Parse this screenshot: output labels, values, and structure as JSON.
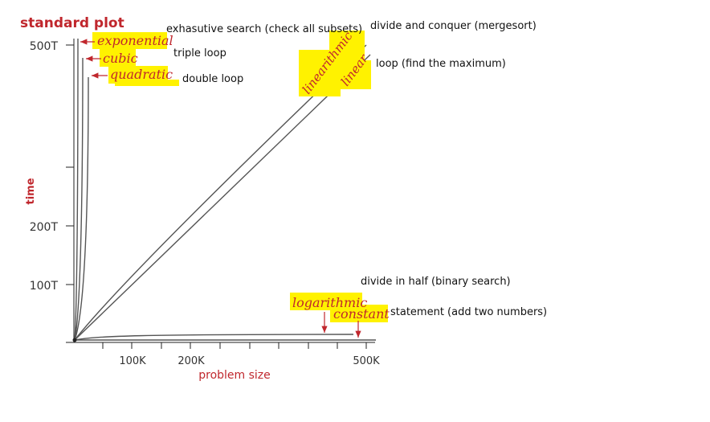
{
  "chart_data": {
    "type": "line",
    "title": "standard plot",
    "xlabel": "problem size",
    "ylabel": "time",
    "x_ticks": [
      "100K",
      "200K",
      "500K"
    ],
    "y_ticks": [
      "100T",
      "200T",
      "500T"
    ],
    "accent_color": "#c0272d",
    "highlight_color": "#fff200",
    "series": [
      {
        "name": "exponential",
        "annotation": "exhasutive search (check all subsets)"
      },
      {
        "name": "cubic",
        "annotation": "triple loop"
      },
      {
        "name": "quadratic",
        "annotation": "double loop"
      },
      {
        "name": "linearithmic",
        "annotation": "divide and conquer (mergesort)"
      },
      {
        "name": "linear",
        "annotation": "loop (find the maximum)"
      },
      {
        "name": "logarithmic",
        "annotation": "divide in half (binary search)"
      },
      {
        "name": "constant",
        "annotation": "statement (add two numbers)"
      }
    ]
  }
}
